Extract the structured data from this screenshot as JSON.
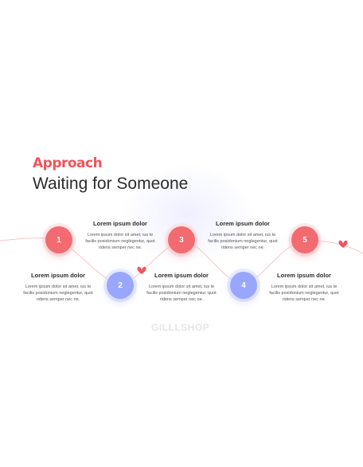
{
  "header": {
    "eyebrow": "Approach",
    "title": "Waiting for Someone"
  },
  "steps": [
    {
      "number": "1",
      "color": "red",
      "heading": "Lorem ipsum dolor",
      "body": "Lorem ipsum dolor sit amet, ius te facilis posidonium neglegentur, quot ridens semper nec ne."
    },
    {
      "number": "2",
      "color": "blue",
      "heading": "Lorem ipsum dolor",
      "body": "Lorem ipsum dolor sit amet, ius te facilis posidonium neglegentur, quot ridens semper nec ne."
    },
    {
      "number": "3",
      "color": "red",
      "heading": "Lorem ipsum dolor",
      "body": "Lorem ipsum dolor sit amet, ius te facilis posidonium neglegentur, quot ridens semper nec ne."
    },
    {
      "number": "4",
      "color": "blue",
      "heading": "Lorem ipsum dolor",
      "body": "Lorem ipsum dolor sit amet, ius te facilis posidonium neglegentur, quot ridens semper nec ne."
    },
    {
      "number": "5",
      "color": "red",
      "heading": "Lorem ipsum dolor",
      "body": "Lorem ipsum dolor sit amet, ius te facilis posidonium neglegentur, quot ridens semper nec ne."
    }
  ],
  "watermark": "GILLLSHOP",
  "colors": {
    "accent_red": "#f2545b",
    "node_red": "#f26b70",
    "node_blue": "#98a7fb",
    "path": "#f7c6c8",
    "heart": "#f2545b"
  },
  "icons": {
    "decoration": "heart-icon"
  }
}
